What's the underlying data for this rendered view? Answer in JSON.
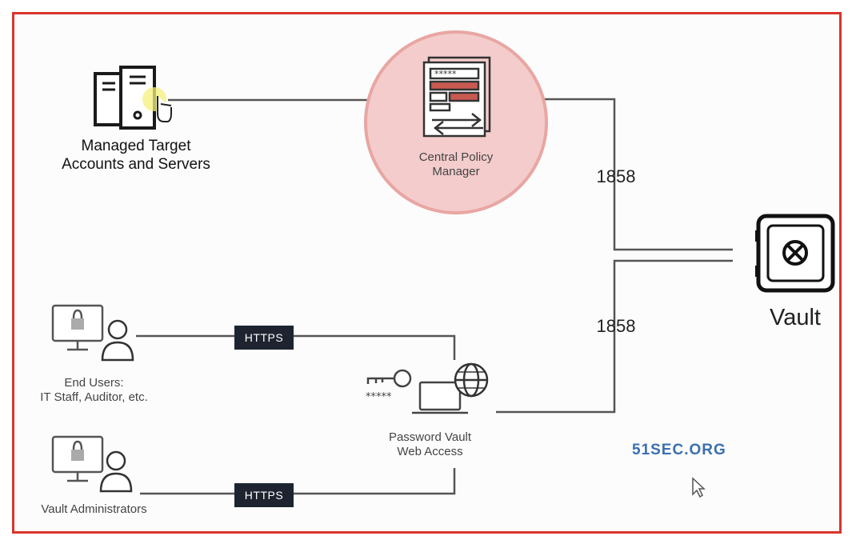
{
  "nodes": {
    "managed_target": "Managed Target\nAccounts and Servers",
    "cpm": "Central Policy\nManager",
    "vault": "Vault",
    "end_users": "End Users:\nIT Staff, Auditor, etc.",
    "vault_admins": "Vault Administrators",
    "pvwa": "Password Vault\nWeb Access"
  },
  "connections": {
    "port_cpm_vault": "1858",
    "port_pvwa_vault": "1858",
    "https_end_users": "HTTPS",
    "https_admins": "HTTPS"
  },
  "colors": {
    "frame": "#d9342b",
    "cpm_highlight": "#f4cccc",
    "line": "#555555",
    "badge": "#1d2430",
    "watermark": "#3a6fb0"
  },
  "icons": [
    "server-icon",
    "pointer-hand-icon",
    "policy-manager-icon",
    "vault-safe-icon",
    "monitor-lock-icon",
    "user-icon",
    "key-icon",
    "laptop-icon",
    "globe-icon",
    "mouse-cursor-icon"
  ],
  "watermark": "51SEC.ORG"
}
